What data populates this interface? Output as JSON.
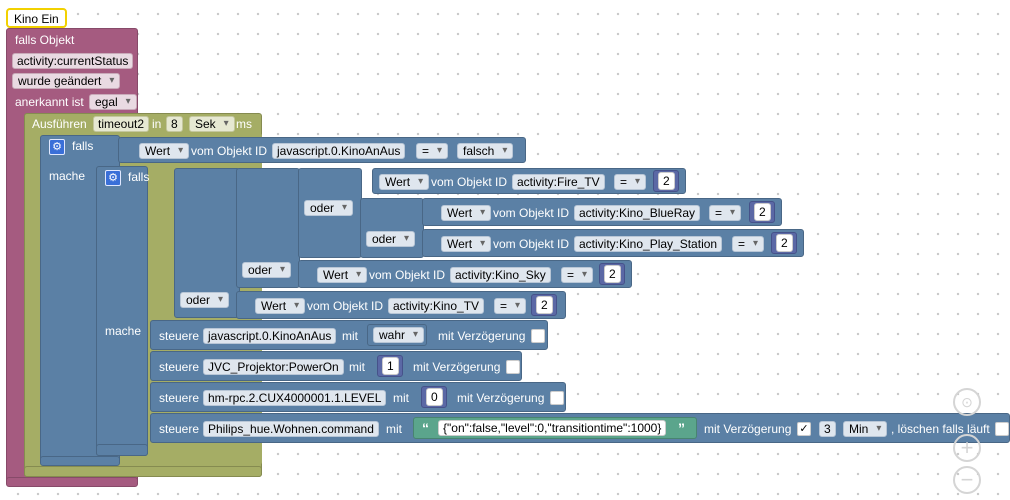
{
  "hat": {
    "name": "Kino Ein"
  },
  "trigger": {
    "title": "falls Objekt",
    "object": "activity:currentStatus",
    "mode": "wurde geändert",
    "ack_label": "anerkannt ist",
    "ack_value": "egal"
  },
  "timeout": {
    "label": "Ausführen",
    "var": "timeout2",
    "in_label": "in",
    "value": "8",
    "unit": "Sek",
    "ms_label": "ms"
  },
  "if1": {
    "falls": "falls",
    "mache": "mache",
    "cond": {
      "prop": "Wert",
      "label": "vom Objekt ID",
      "oid": "javascript.0.KinoAnAus",
      "op": "=",
      "value": "falsch"
    }
  },
  "if2": {
    "falls": "falls",
    "mache": "mache"
  },
  "or_label": "oder",
  "conds": [
    {
      "prop": "Wert",
      "label": "vom Objekt ID",
      "oid": "activity:Fire_TV",
      "op": "=",
      "value": "2"
    },
    {
      "prop": "Wert",
      "label": "vom Objekt ID",
      "oid": "activity:Kino_BlueRay",
      "op": "=",
      "value": "2"
    },
    {
      "prop": "Wert",
      "label": "vom Objekt ID",
      "oid": "activity:Kino_Play_Station",
      "op": "=",
      "value": "2"
    },
    {
      "prop": "Wert",
      "label": "vom Objekt ID",
      "oid": "activity:Kino_Sky",
      "op": "=",
      "value": "2"
    },
    {
      "prop": "Wert",
      "label": "vom Objekt ID",
      "oid": "activity:Kino_TV",
      "op": "=",
      "value": "2"
    }
  ],
  "actions": [
    {
      "steuere": "steuere",
      "oid": "javascript.0.KinoAnAus",
      "mit": "mit",
      "value": "wahr",
      "delay": "mit Verzögerung"
    },
    {
      "steuere": "steuere",
      "oid": "JVC_Projektor:PowerOn",
      "mit": "mit",
      "value": "1",
      "delay": "mit Verzögerung"
    },
    {
      "steuere": "steuere",
      "oid": "hm-rpc.2.CUX4000001.1.LEVEL",
      "mit": "mit",
      "value": "0",
      "delay": "mit Verzögerung"
    },
    {
      "steuere": "steuere",
      "oid": "Philips_hue.Wohnen.command",
      "mit": "mit",
      "value": "{\"on\":false,\"level\":0,\"transitiontime\":1000}",
      "delay": "mit Verzögerung",
      "delay_checked": "✓",
      "delay_value": "3",
      "delay_unit": "Min",
      "clear_label": ", löschen falls läuft"
    }
  ],
  "colors": {
    "event": "#a55b80",
    "timeout": "#a5ad65",
    "logic": "#5b80a5",
    "math": "#5b68a5",
    "text": "#5ba58c"
  }
}
